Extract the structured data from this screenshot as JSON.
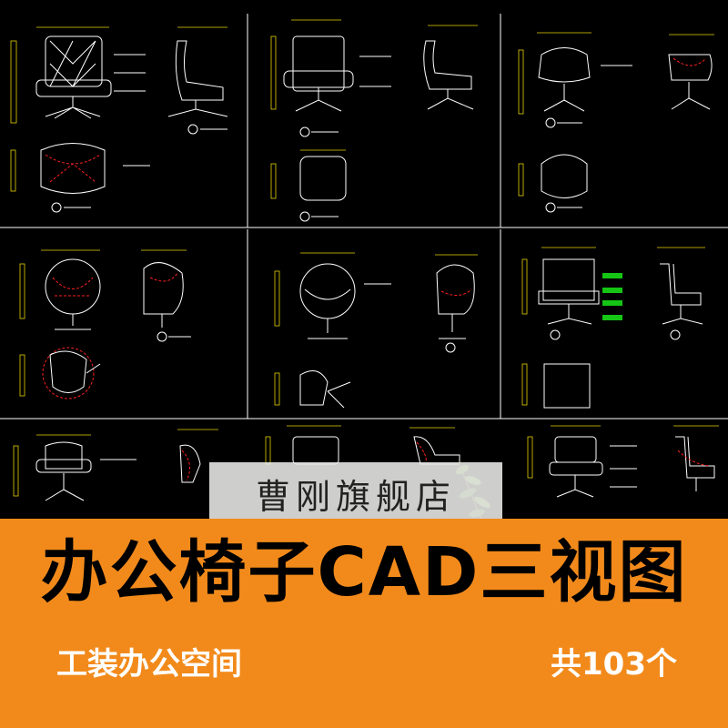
{
  "banner": {
    "title": "办公椅子CAD三视图",
    "subtitle": "工装办公空间",
    "count": "共103个",
    "background_color": "#f28a1b",
    "title_color": "#000000",
    "text_color": "#ffffff"
  },
  "watermark": {
    "text": "曹刚旗舰店"
  },
  "drawing": {
    "background_color": "#000000",
    "line_color": "#ffffff",
    "dimension_color": "#e6d200",
    "hidden_line_color": "#ff2020",
    "highlight_color": "#15c615"
  }
}
